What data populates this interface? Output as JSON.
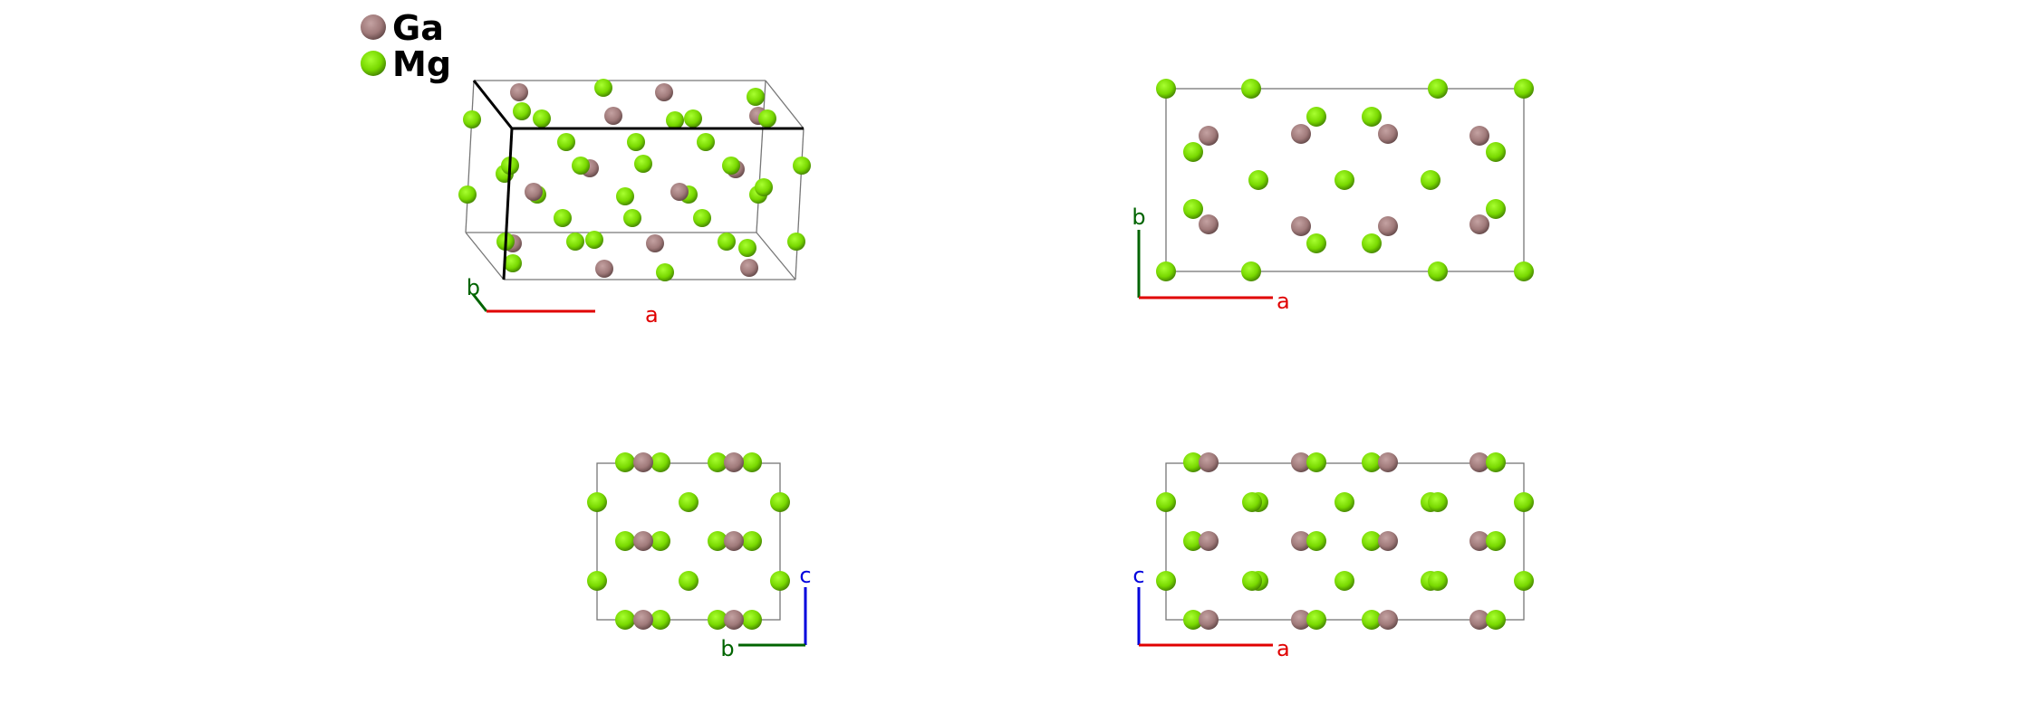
{
  "legend": [
    {
      "element": "Ga",
      "label": "Ga",
      "color": "#a07a7a"
    },
    {
      "element": "Mg",
      "label": "Mg",
      "color": "#80e000"
    }
  ],
  "views": [
    {
      "name": "perspective",
      "axes": {
        "x": "a",
        "y": "b"
      }
    },
    {
      "name": "ab-projection",
      "axes": {
        "x": "a",
        "y": "b"
      }
    },
    {
      "name": "bc-projection",
      "axes": {
        "x": "b",
        "y": "c"
      }
    },
    {
      "name": "ac-projection",
      "axes": {
        "x": "a",
        "y": "c"
      }
    }
  ],
  "axis_colors": {
    "a": "#e00000",
    "b": "#006400",
    "c": "#0000dd"
  }
}
